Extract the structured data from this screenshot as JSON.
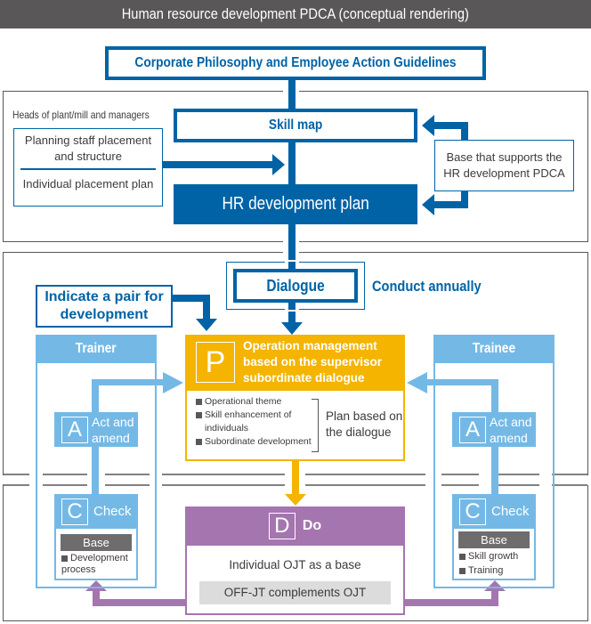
{
  "header": {
    "title": "Human resource development PDCA (conceptual rendering)"
  },
  "top": {
    "philosophy": "Corporate Philosophy and Employee Action Guidelines",
    "heads_label": "Heads of plant/mill and managers",
    "planning_staff": "Planning staff placement and structure",
    "individual_plan": "Individual placement plan",
    "skill_map": "Skill map",
    "hr_plan": "HR development plan",
    "base_support": "Base that supports the HR development PDCA"
  },
  "middle": {
    "dialogue": "Dialogue",
    "conduct": "Conduct annually",
    "indicate_pair": "Indicate a pair for development"
  },
  "plan": {
    "letter": "P",
    "title": "Operation management based on the supervisor subordinate dialogue",
    "items": [
      "Operational theme",
      "Skill enhancement of individuals",
      "Subordinate development"
    ],
    "note": "Plan based on the dialogue"
  },
  "trainer": {
    "label": "Trainer",
    "act_letter": "A",
    "act_label": "Act and amend",
    "check_letter": "C",
    "check_label": "Check",
    "base_label": "Base",
    "base_items": [
      "Development process"
    ]
  },
  "trainee": {
    "label": "Trainee",
    "act_letter": "A",
    "act_label": "Act and amend",
    "check_letter": "C",
    "check_label": "Check",
    "base_label": "Base",
    "base_items": [
      "Skill growth",
      "Training"
    ]
  },
  "do": {
    "letter": "D",
    "label": "Do",
    "line1": "Individual OJT as a base",
    "line2": "OFF-JT complements OJT"
  },
  "colors": {
    "header_bg": "#595757",
    "blue": "#0063a6",
    "light_blue": "#74b9e6",
    "yellow": "#f4b400",
    "purple": "#a575b0",
    "gray_base": "#6e6c6c",
    "light_gray": "#dcdcdc"
  }
}
